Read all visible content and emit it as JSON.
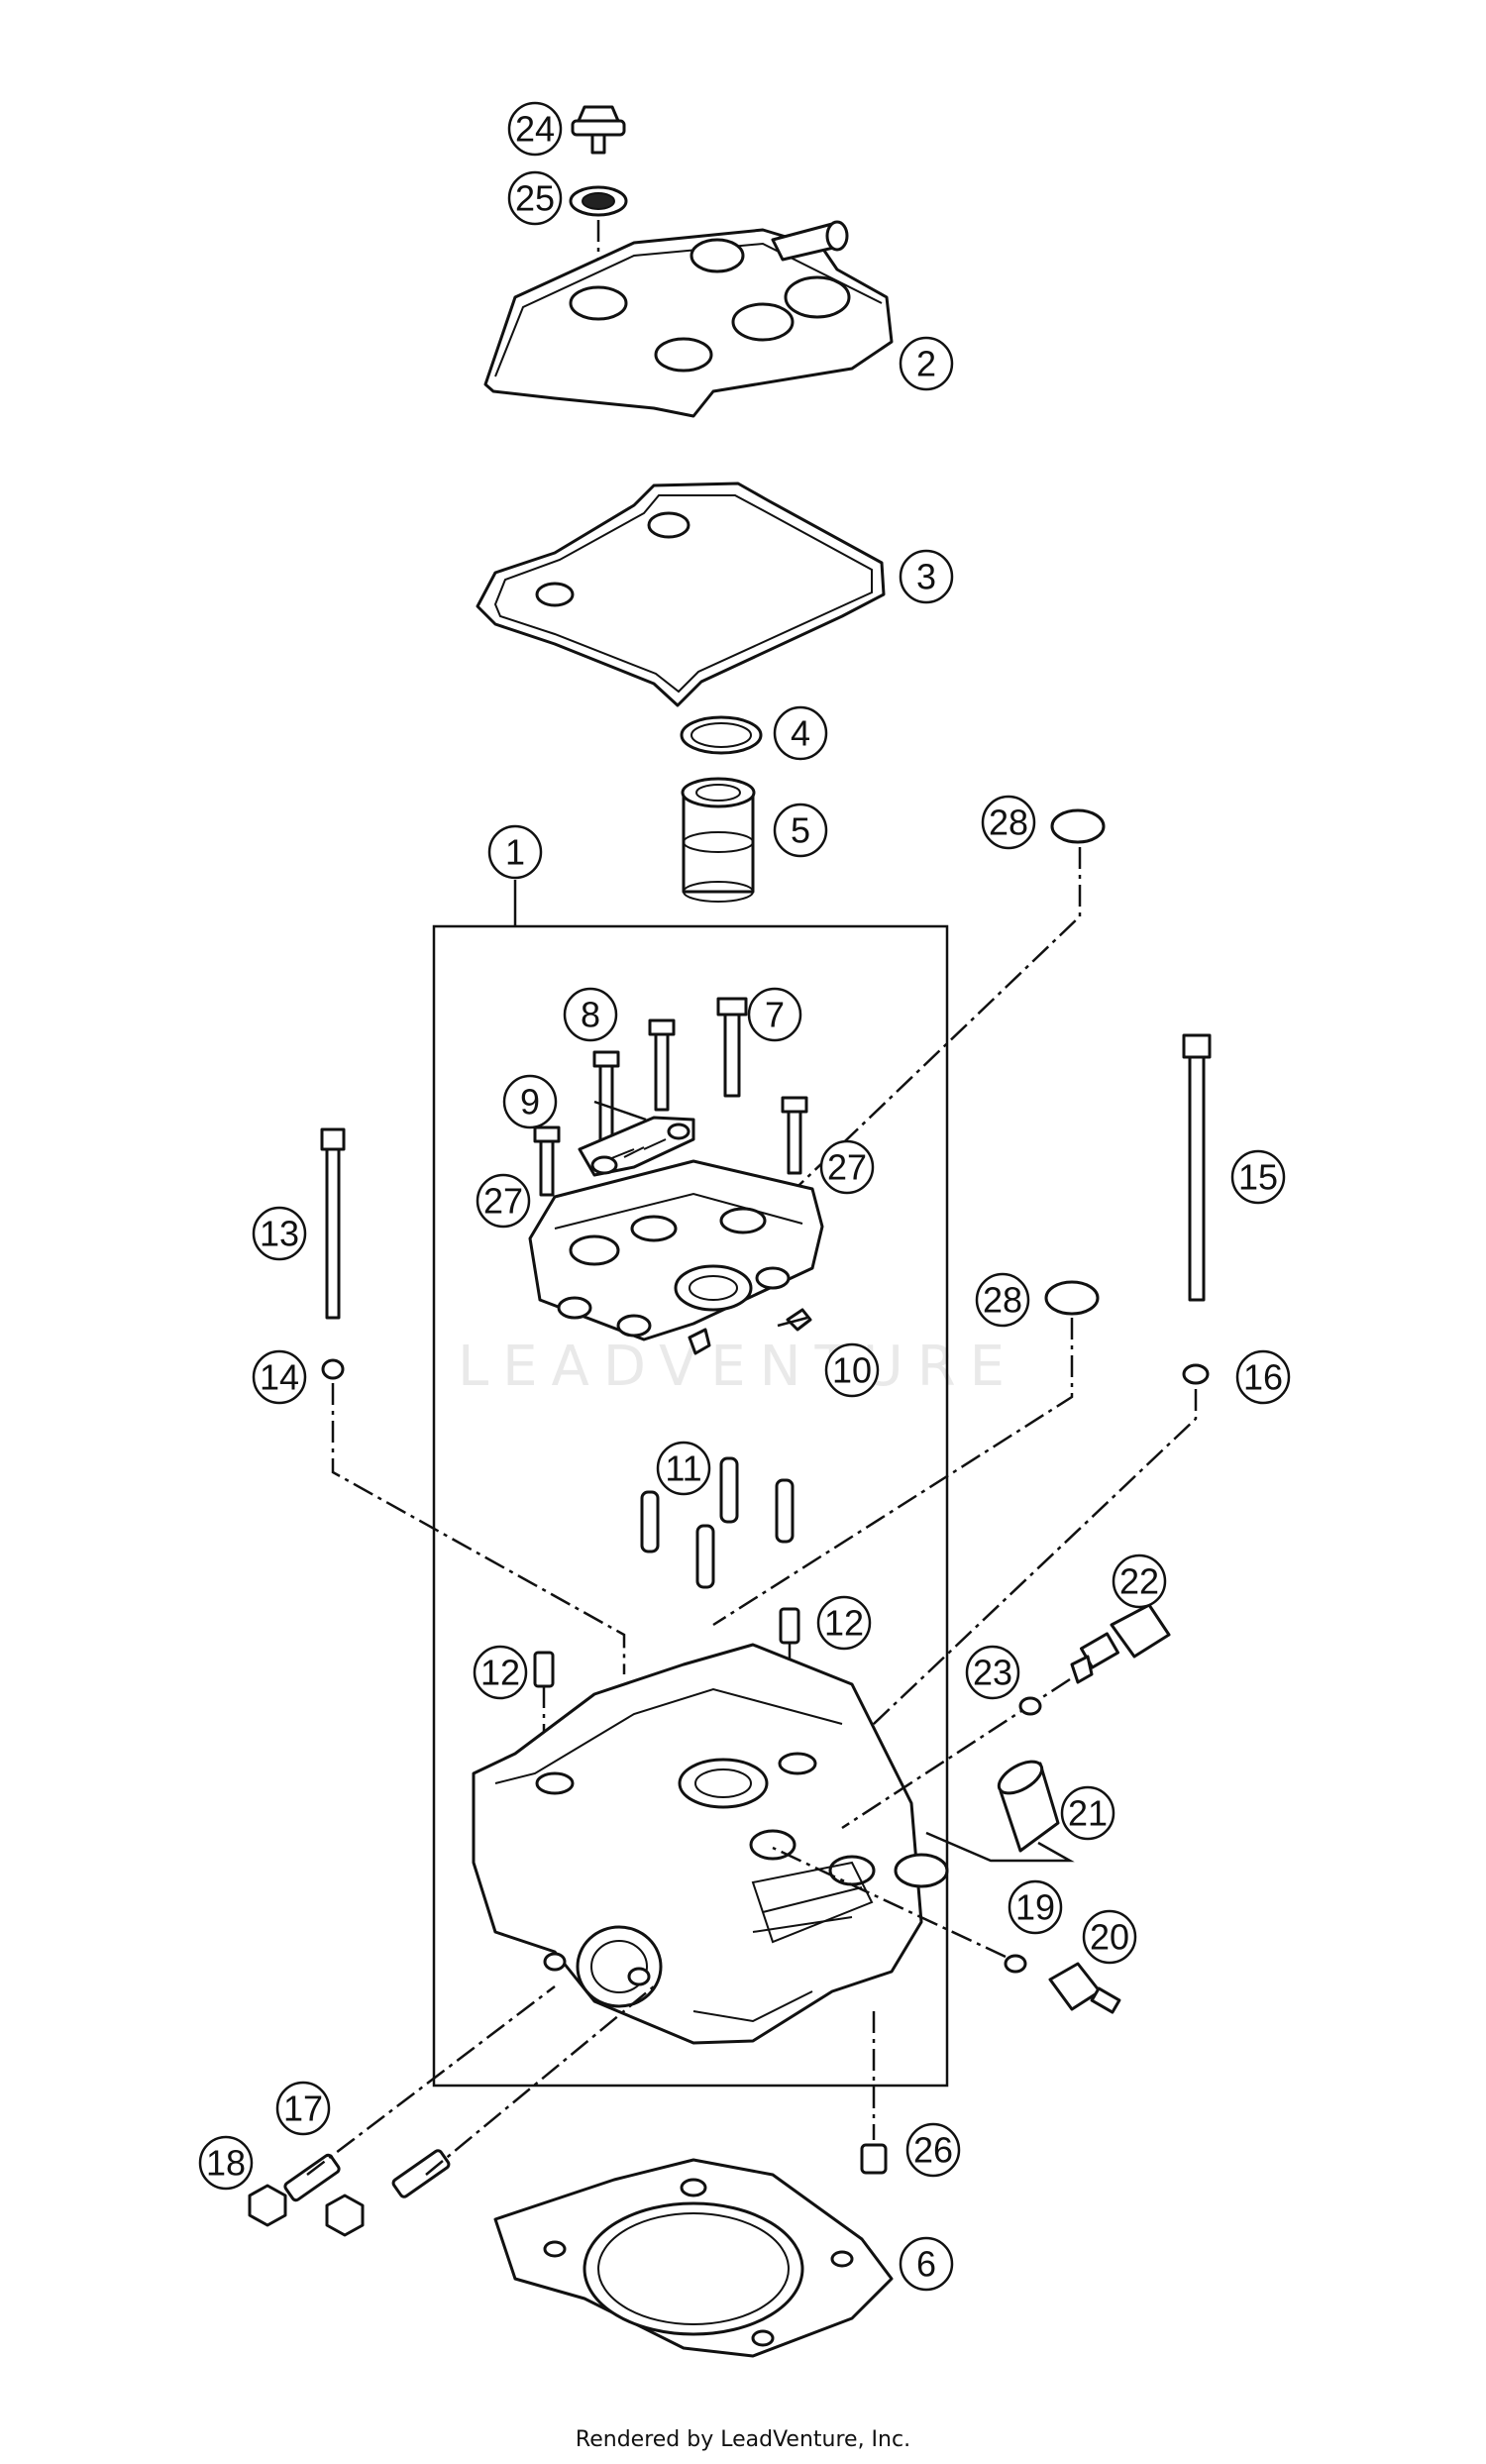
{
  "callouts": [
    {
      "id": "c24",
      "n": "24"
    },
    {
      "id": "c25",
      "n": "25"
    },
    {
      "id": "c2",
      "n": "2"
    },
    {
      "id": "c3",
      "n": "3"
    },
    {
      "id": "c4",
      "n": "4"
    },
    {
      "id": "c5",
      "n": "5"
    },
    {
      "id": "c28a",
      "n": "28"
    },
    {
      "id": "c1",
      "n": "1"
    },
    {
      "id": "c8",
      "n": "8"
    },
    {
      "id": "c7",
      "n": "7"
    },
    {
      "id": "c9",
      "n": "9"
    },
    {
      "id": "c27a",
      "n": "27"
    },
    {
      "id": "c27b",
      "n": "27"
    },
    {
      "id": "c13",
      "n": "13"
    },
    {
      "id": "c15",
      "n": "15"
    },
    {
      "id": "c28b",
      "n": "28"
    },
    {
      "id": "c10",
      "n": "10"
    },
    {
      "id": "c14",
      "n": "14"
    },
    {
      "id": "c16",
      "n": "16"
    },
    {
      "id": "c11",
      "n": "11"
    },
    {
      "id": "c22",
      "n": "22"
    },
    {
      "id": "c12a",
      "n": "12"
    },
    {
      "id": "c12b",
      "n": "12"
    },
    {
      "id": "c23",
      "n": "23"
    },
    {
      "id": "c21",
      "n": "21"
    },
    {
      "id": "c19",
      "n": "19"
    },
    {
      "id": "c20",
      "n": "20"
    },
    {
      "id": "c17",
      "n": "17"
    },
    {
      "id": "c18",
      "n": "18"
    },
    {
      "id": "c26",
      "n": "26"
    },
    {
      "id": "c6",
      "n": "6"
    }
  ],
  "watermark": "LEADVENTURE",
  "footer": "Rendered by LeadVenture, Inc."
}
